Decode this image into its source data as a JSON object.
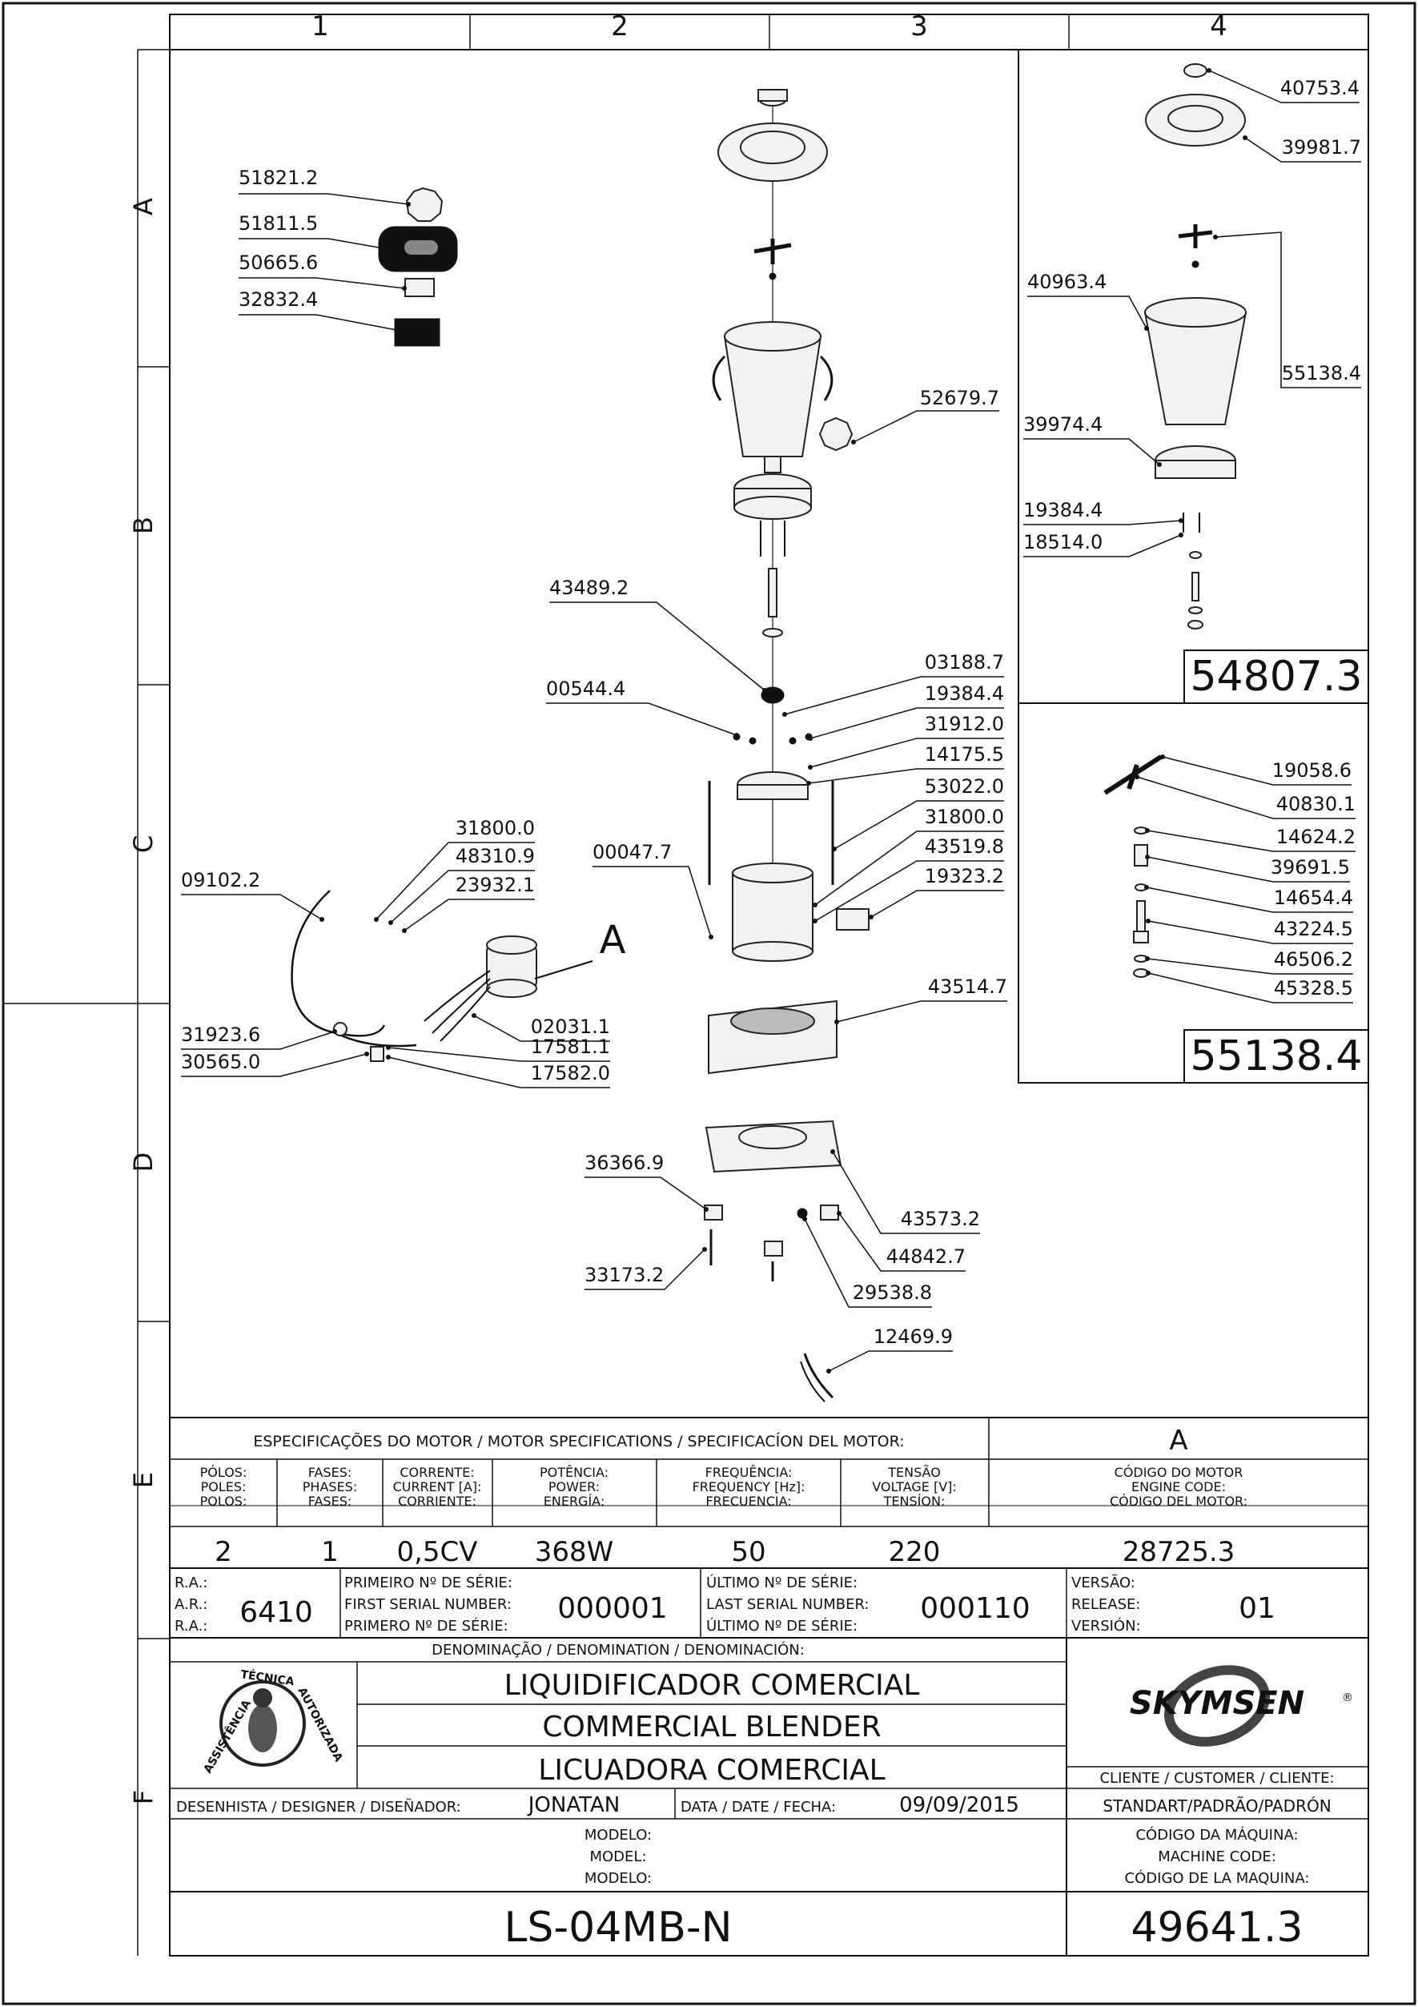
{
  "grid": {
    "columns": [
      "1",
      "2",
      "3",
      "4"
    ],
    "rows": [
      "A",
      "B",
      "C",
      "D",
      "E",
      "F"
    ]
  },
  "callouts": [
    {
      "id": "c1",
      "label": "51821.2"
    },
    {
      "id": "c2",
      "label": "51811.5"
    },
    {
      "id": "c3",
      "label": "50665.6"
    },
    {
      "id": "c4",
      "label": "32832.4"
    },
    {
      "id": "c5",
      "label": "52679.7"
    },
    {
      "id": "c6",
      "label": "43489.2"
    },
    {
      "id": "c7",
      "label": "03188.7"
    },
    {
      "id": "c8",
      "label": "00544.4"
    },
    {
      "id": "c9",
      "label": "19384.4"
    },
    {
      "id": "c10",
      "label": "31912.0"
    },
    {
      "id": "c11",
      "label": "14175.5"
    },
    {
      "id": "c12",
      "label": "53022.0"
    },
    {
      "id": "c13",
      "label": "31800.0"
    },
    {
      "id": "c14",
      "label": "00047.7"
    },
    {
      "id": "c15",
      "label": "43519.8"
    },
    {
      "id": "c16",
      "label": "19323.2"
    },
    {
      "id": "c17",
      "label": "31800.0"
    },
    {
      "id": "c18",
      "label": "48310.9"
    },
    {
      "id": "c19",
      "label": "23932.1"
    },
    {
      "id": "c20",
      "label": "09102.2"
    },
    {
      "id": "c21",
      "label": "31923.6"
    },
    {
      "id": "c22",
      "label": "30565.0"
    },
    {
      "id": "c23",
      "label": "02031.1"
    },
    {
      "id": "c24",
      "label": "17581.1"
    },
    {
      "id": "c25",
      "label": "17582.0"
    },
    {
      "id": "c26",
      "label": "43514.7"
    },
    {
      "id": "c27",
      "label": "36366.9"
    },
    {
      "id": "c28",
      "label": "43573.2"
    },
    {
      "id": "c29",
      "label": "44842.7"
    },
    {
      "id": "c30",
      "label": "33173.2"
    },
    {
      "id": "c31",
      "label": "29538.8"
    },
    {
      "id": "c32",
      "label": "12469.9"
    },
    {
      "id": "c33",
      "label": "40753.4"
    },
    {
      "id": "c34",
      "label": "39981.7"
    },
    {
      "id": "c35",
      "label": "40963.4"
    },
    {
      "id": "c36",
      "label": "55138.4"
    },
    {
      "id": "c37",
      "label": "39974.4"
    },
    {
      "id": "c38",
      "label": "19384.4"
    },
    {
      "id": "c39",
      "label": "18514.0"
    },
    {
      "id": "c40",
      "label": "19058.6"
    },
    {
      "id": "c41",
      "label": "40830.1"
    },
    {
      "id": "c42",
      "label": "14624.2"
    },
    {
      "id": "c43",
      "label": "39691.5"
    },
    {
      "id": "c44",
      "label": "14654.4"
    },
    {
      "id": "c45",
      "label": "43224.5"
    },
    {
      "id": "c46",
      "label": "46506.2"
    },
    {
      "id": "c47",
      "label": "45328.5"
    }
  ],
  "motor_marker": "A",
  "kit_codes": {
    "cup_kit": "54807.3",
    "blade_kit": "55138.4"
  },
  "motor_specs": {
    "header": "ESPECIFICAÇÕES DO MOTOR / MOTOR SPECIFICATIONS / SPECIFICACÍON DEL MOTOR:",
    "marker": "A",
    "columns": [
      {
        "lines": [
          "PÓLOS:",
          "POLES:",
          "POLOS:"
        ],
        "value": "2"
      },
      {
        "lines": [
          "FASES:",
          "PHASES:",
          "FASES:"
        ],
        "value": "1"
      },
      {
        "lines": [
          "CORRENTE:",
          "CURRENT [A]:",
          "CORRIENTE:"
        ],
        "value": "0,5CV"
      },
      {
        "lines": [
          "POTÊNCIA:",
          "POWER:",
          "ENERGÍA:"
        ],
        "value": "368W"
      },
      {
        "lines": [
          "FREQUÊNCIA:",
          "FREQUENCY [Hz]:",
          "FRECUENCIA:"
        ],
        "value": "50"
      },
      {
        "lines": [
          "TENSÃO",
          "VOLTAGE [V]:",
          "TENSÍON:"
        ],
        "value": "220"
      },
      {
        "lines": [
          "CÓDIGO DO MOTOR",
          "ENGINE CODE:",
          "CÓDIGO DEL MOTOR:"
        ],
        "value": "28725.3"
      }
    ]
  },
  "serials": {
    "ra_lines": [
      "R.A.:",
      "A.R.:",
      "R.A.:"
    ],
    "ra_value": "6410",
    "first_lines": [
      "PRIMEIRO Nº DE SÉRIE:",
      "FIRST SERIAL NUMBER:",
      "PRIMERO Nº DE SÉRIE:"
    ],
    "first_value": "000001",
    "last_lines": [
      "ÚLTIMO Nº DE SÉRIE:",
      "LAST SERIAL NUMBER:",
      "ÚLTIMO Nº DE SÉRIE:"
    ],
    "last_value": "000110",
    "version_lines": [
      "VERSÃO:",
      "RELEASE:",
      "VERSIÓN:"
    ],
    "version_value": "01"
  },
  "title_block": {
    "denomination_header": "DENOMINAÇÃO / DENOMINATION / DENOMINACIÓN:",
    "names": [
      "LIQUIDIFICADOR COMERCIAL",
      "COMMERCIAL BLENDER",
      "LICUADORA COMERCIAL"
    ],
    "seal_text_left": "ASSISTÊNCIA",
    "seal_text_top": "TÉCNICA",
    "seal_text_right": "AUTORIZADA",
    "brand": "SKYMSEN",
    "brand_mark": "®",
    "customer_label": "CLIENTE / CUSTOMER / CLIENTE:",
    "customer_value": "STANDART/PADRÃO/PADRÓN",
    "designer_label": "DESENHISTA / DESIGNER / DISEÑADOR:",
    "designer_value": "JONATAN",
    "date_label": "DATA / DATE / FECHA:",
    "date_value": "09/09/2015",
    "model_lines": [
      "MODELO:",
      "MODEL:",
      "MODELO:"
    ],
    "model_value": "LS-04MB-N",
    "machine_code_lines": [
      "CÓDIGO DA MÁQUINA:",
      "MACHINE CODE:",
      "CÓDIGO DE LA MAQUINA:"
    ],
    "machine_code_value": "49641.3"
  }
}
